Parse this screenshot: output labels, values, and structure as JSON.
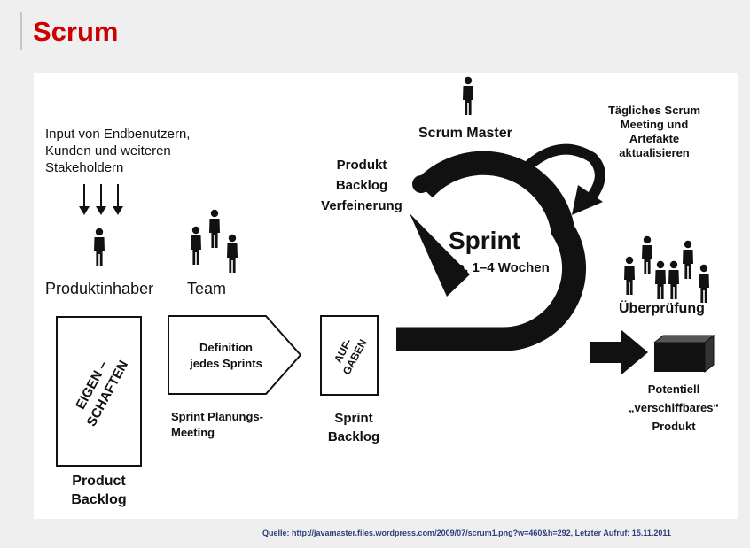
{
  "title": "Scrum",
  "input_text": [
    "Input von Endbenutzern,",
    "Kunden und weiteren",
    "Stakeholdern"
  ],
  "product_owner_label": "Produktinhaber",
  "team_label": "Team",
  "scrum_master_label": "Scrum Master",
  "daily_meeting_label": [
    "Tägliches Scrum",
    "Meeting und",
    "Artefakte",
    "aktualisieren"
  ],
  "refinement_label": [
    "Produkt",
    "Backlog",
    "Verfeinerung"
  ],
  "sprint_label": "Sprint",
  "sprint_duration": "Ca. 1–4 Wochen",
  "review_label": "Überprüfung",
  "product_backlog_box": [
    "EIGEN –",
    "SCHAFTEN"
  ],
  "product_backlog_label": [
    "Product",
    "Backlog"
  ],
  "definition_box": [
    "Definition",
    "jedes Sprints"
  ],
  "planning_label": [
    "Sprint Planungs-",
    "Meeting"
  ],
  "tasks_box": [
    "AUF-",
    "GABEN"
  ],
  "sprint_backlog_label": [
    "Sprint",
    "Backlog"
  ],
  "shippable_label": [
    "Potentiell",
    "„verschiffbares“",
    "Produkt"
  ],
  "source": "Quelle: http://javamaster.files.wordpress.com/2009/07/scrum1.png?w=460&h=292, Letzter Aufruf: 15.11.2011"
}
